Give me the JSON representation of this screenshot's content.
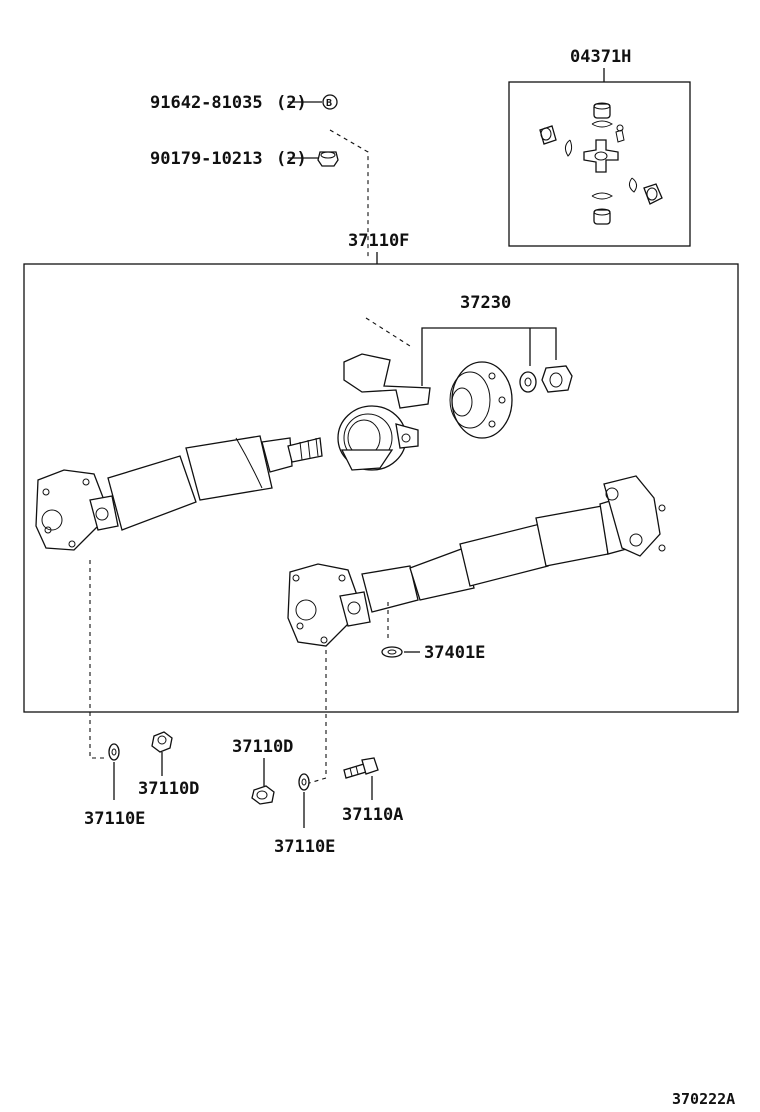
{
  "diagram": {
    "labels": {
      "bolt": "91642-81035",
      "bolt_qty": "(2)",
      "bolt_marker": "B",
      "nut": "90179-10213",
      "nut_qty": "(2)",
      "spider_kit": "04371H",
      "assembly": "37110F",
      "center_bearing": "37230",
      "grease_fitting": "37401E",
      "washer_left": "37110E",
      "nut_left": "37110D",
      "nut_mid": "37110D",
      "washer_mid": "37110E",
      "bolt_mid": "37110A",
      "figure_code": "370222A"
    }
  }
}
